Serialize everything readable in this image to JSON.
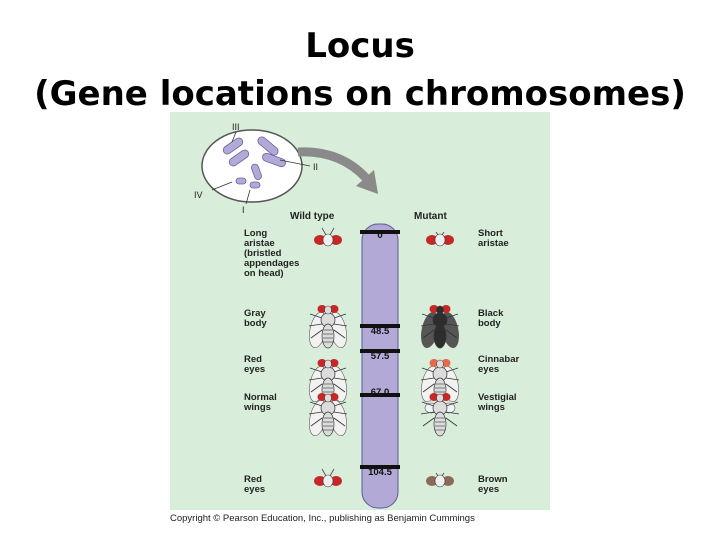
{
  "slide": {
    "title_line1": "Locus",
    "title_line2": "(Gene locations on chromosomes)"
  },
  "figure": {
    "background": "#d9eddb",
    "chromosome_labels": [
      "III",
      "II",
      "IV",
      "I"
    ],
    "header_wild": "Wild type",
    "header_mutant": "Mutant",
    "chromosome_color": "#b3a9d6",
    "loci": [
      {
        "position": "0",
        "wild_lines": [
          "Long",
          "aristae",
          "(bristled",
          "appendages",
          "on head)"
        ],
        "mutant_lines": [
          "Short",
          "aristae"
        ]
      },
      {
        "position": "48.5",
        "wild_lines": [
          "Gray",
          "body"
        ],
        "mutant_lines": [
          "Black",
          "body"
        ]
      },
      {
        "position": "57.5",
        "wild_lines": [
          "Red",
          "eyes"
        ],
        "mutant_lines": [
          "Cinnabar",
          "eyes"
        ]
      },
      {
        "position": "67.0",
        "wild_lines": [
          "Normal",
          "wings"
        ],
        "mutant_lines": [
          "Vestigial",
          "wings"
        ]
      },
      {
        "position": "104.5",
        "wild_lines": [
          "Red",
          "eyes"
        ],
        "mutant_lines": [
          "Brown",
          "eyes"
        ]
      }
    ],
    "copyright": "Copyright © Pearson Education, Inc., publishing as Benjamin Cummings"
  }
}
